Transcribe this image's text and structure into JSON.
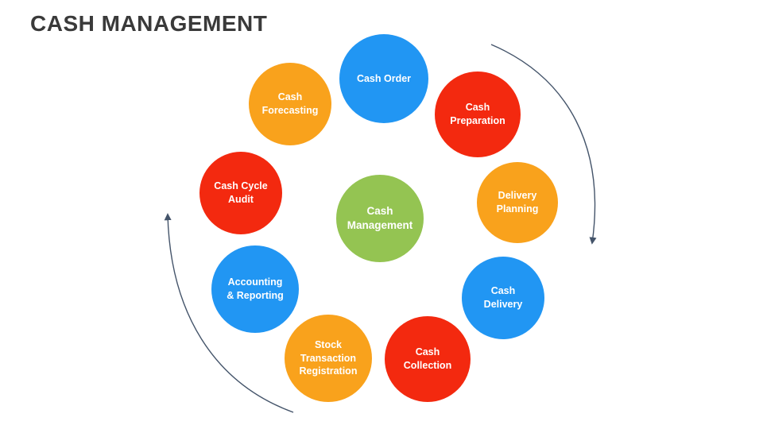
{
  "slide": {
    "title": "CASH MANAGEMENT"
  },
  "palette": {
    "blue": "#2196F3",
    "red": "#F3290F",
    "orange": "#F9A21C",
    "green": "#94C452",
    "arrow": "#44546A",
    "title": "#3A3A3A",
    "label": "#FFFFFF",
    "background": "#FFFFFF"
  },
  "diagram": {
    "center": {
      "label": "Cash\nManagement",
      "color": "green"
    },
    "nodes": [
      {
        "label": "Cash Order",
        "color": "blue"
      },
      {
        "label": "Cash\nPreparation",
        "color": "red"
      },
      {
        "label": "Delivery\nPlanning",
        "color": "orange"
      },
      {
        "label": "Cash\nDelivery",
        "color": "blue"
      },
      {
        "label": "Cash\nCollection",
        "color": "red"
      },
      {
        "label": "Stock\nTransaction\nRegistration",
        "color": "orange"
      },
      {
        "label": "Accounting\n& Reporting",
        "color": "blue"
      },
      {
        "label": "Cash Cycle\nAudit",
        "color": "red"
      },
      {
        "label": "Cash\nForecasting",
        "color": "orange"
      }
    ]
  }
}
